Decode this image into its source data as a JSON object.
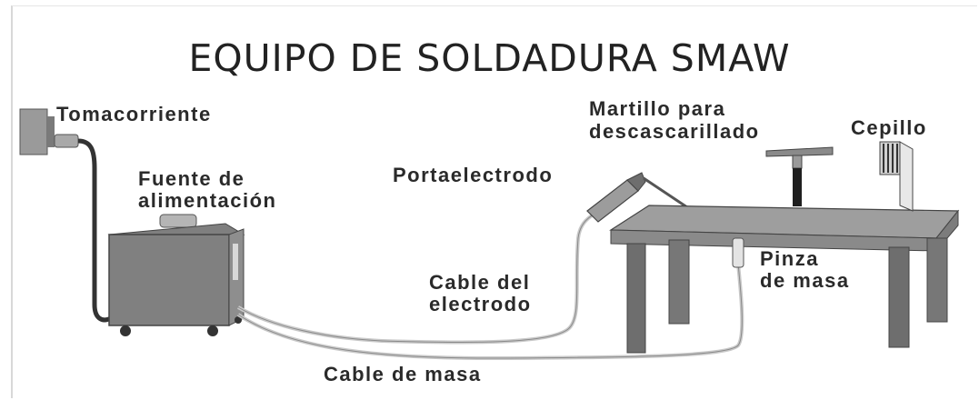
{
  "title": "EQUIPO DE SOLDADURA SMAW",
  "labels": {
    "tomacorriente": "Tomacorriente",
    "fuente_1": "Fuente de",
    "fuente_2": "alimentación",
    "portaelectrodo": "Portaelectrodo",
    "martillo_1": "Martillo para",
    "martillo_2": "descascarillado",
    "cepillo": "Cepillo",
    "cable_electrodo_1": "Cable del",
    "cable_electrodo_2": "electrodo",
    "pinza_1": "Pinza",
    "pinza_2": "de masa",
    "cable_masa": "Cable de masa"
  }
}
